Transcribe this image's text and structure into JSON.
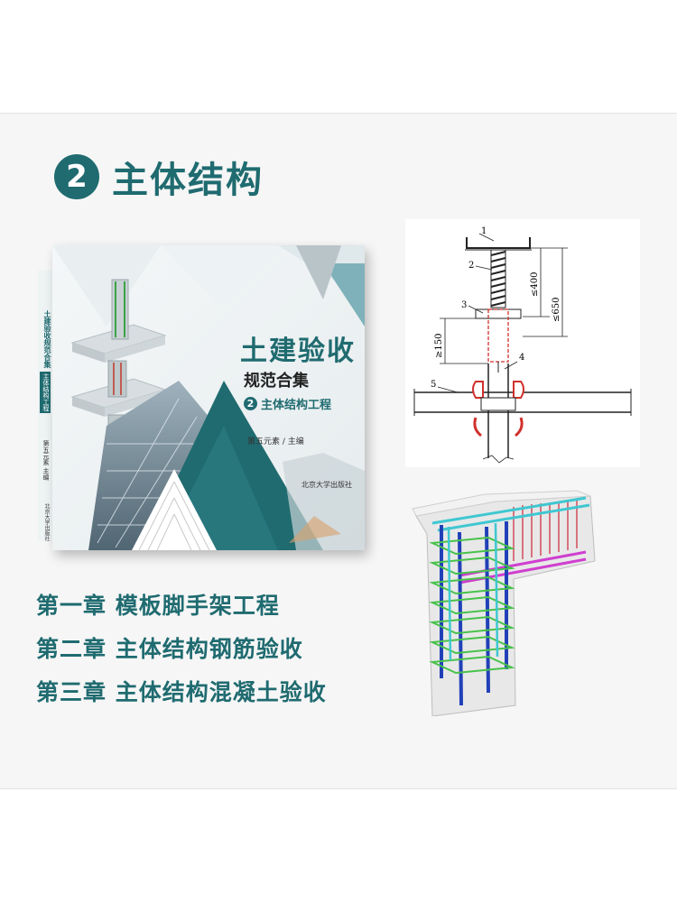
{
  "section": {
    "number": "2",
    "title": "主体结构"
  },
  "book": {
    "title": "土建验收",
    "subtitle": "规范合集",
    "volume_number": "2",
    "volume_title": "主体结构工程",
    "author": "第五元素 / 主编",
    "publisher": "北京大学出版社",
    "spine_title": "土建验收规范合集",
    "spine_volume": "主体结构工程",
    "spine_author": "第五元素 主编"
  },
  "drawing1": {
    "labels": [
      "1",
      "2",
      "3",
      "4",
      "5"
    ],
    "dim_400": "≤400",
    "dim_650": "≤650",
    "dim_150": "≥150"
  },
  "chapters": [
    "第一章 模板脚手架工程",
    "第二章 主体结构钢筋验收",
    "第三章 主体结构混凝土验收"
  ],
  "colors": {
    "accent": "#1f6b70",
    "panel": "#f6f6f6"
  }
}
